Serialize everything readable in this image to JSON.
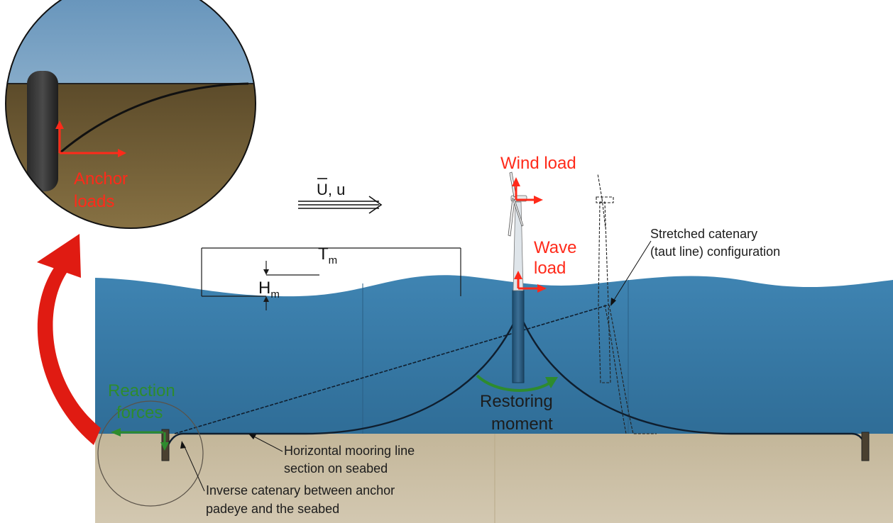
{
  "labels": {
    "anchor_loads_line1": "Anchor",
    "anchor_loads_line2": "loads",
    "flow_label_symbol": "U",
    "flow_label_rest": ", u",
    "period_symbol": "T",
    "period_sub": "m",
    "height_symbol": "H",
    "height_sub": "m",
    "wind_load": "Wind load",
    "wave_load_line1": "Wave",
    "wave_load_line2": "load",
    "stretched_line1": "Stretched catenary",
    "stretched_line2": "(taut line) configuration",
    "reaction_line1": "Reaction",
    "reaction_line2": "forces",
    "restoring_line1": "Restoring",
    "restoring_line2": "moment",
    "horizontal_line1": "Horizontal mooring line",
    "horizontal_line2": "section on seabed",
    "inverse_line1": "Inverse catenary between anchor",
    "inverse_line2": "padeye and the seabed"
  },
  "colors": {
    "sea": "#3e7fab",
    "sea_deep": "#336f99",
    "seabed": "#cbbfa6",
    "inset_sky": "#6f9cc2",
    "inset_soil": "#6e5a35",
    "load_arrow": "#ff2a1a",
    "reaction_arrow": "#2e8b2e",
    "callout_arrow": "#e01b12",
    "mooring_line": "#0f1e2e"
  },
  "icons": {
    "turbine": "wind-turbine-icon",
    "turbine_displaced": "wind-turbine-outline-icon",
    "anchor_pile": "anchor-pile-icon"
  }
}
